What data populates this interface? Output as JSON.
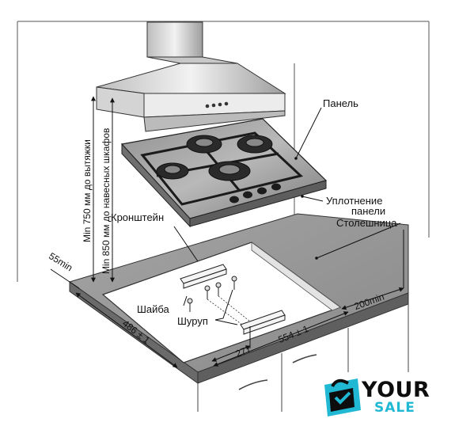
{
  "labels": {
    "panel": "Панель",
    "seal_line1": "Уплотнение",
    "seal_line2": "панели",
    "countertop": "Столешница",
    "bracket": "Кронштейн",
    "washer": "Шайба",
    "screw": "Шуруп"
  },
  "dimensions": {
    "vertical_hood": "Min 750 мм до вытяжки",
    "vertical_cabinets": "Min 850 мм до навесных шкафов",
    "front_margin": "55min",
    "side_margin": "200min",
    "cutout_depth": "486 ± 1",
    "cutout_width": "554 ± 1",
    "bracket_offset": "277"
  },
  "logo": {
    "word1": "YOUR",
    "word2": "SALE",
    "icon": "shopping-bag-icon",
    "accent_color": "#21b8d3"
  }
}
